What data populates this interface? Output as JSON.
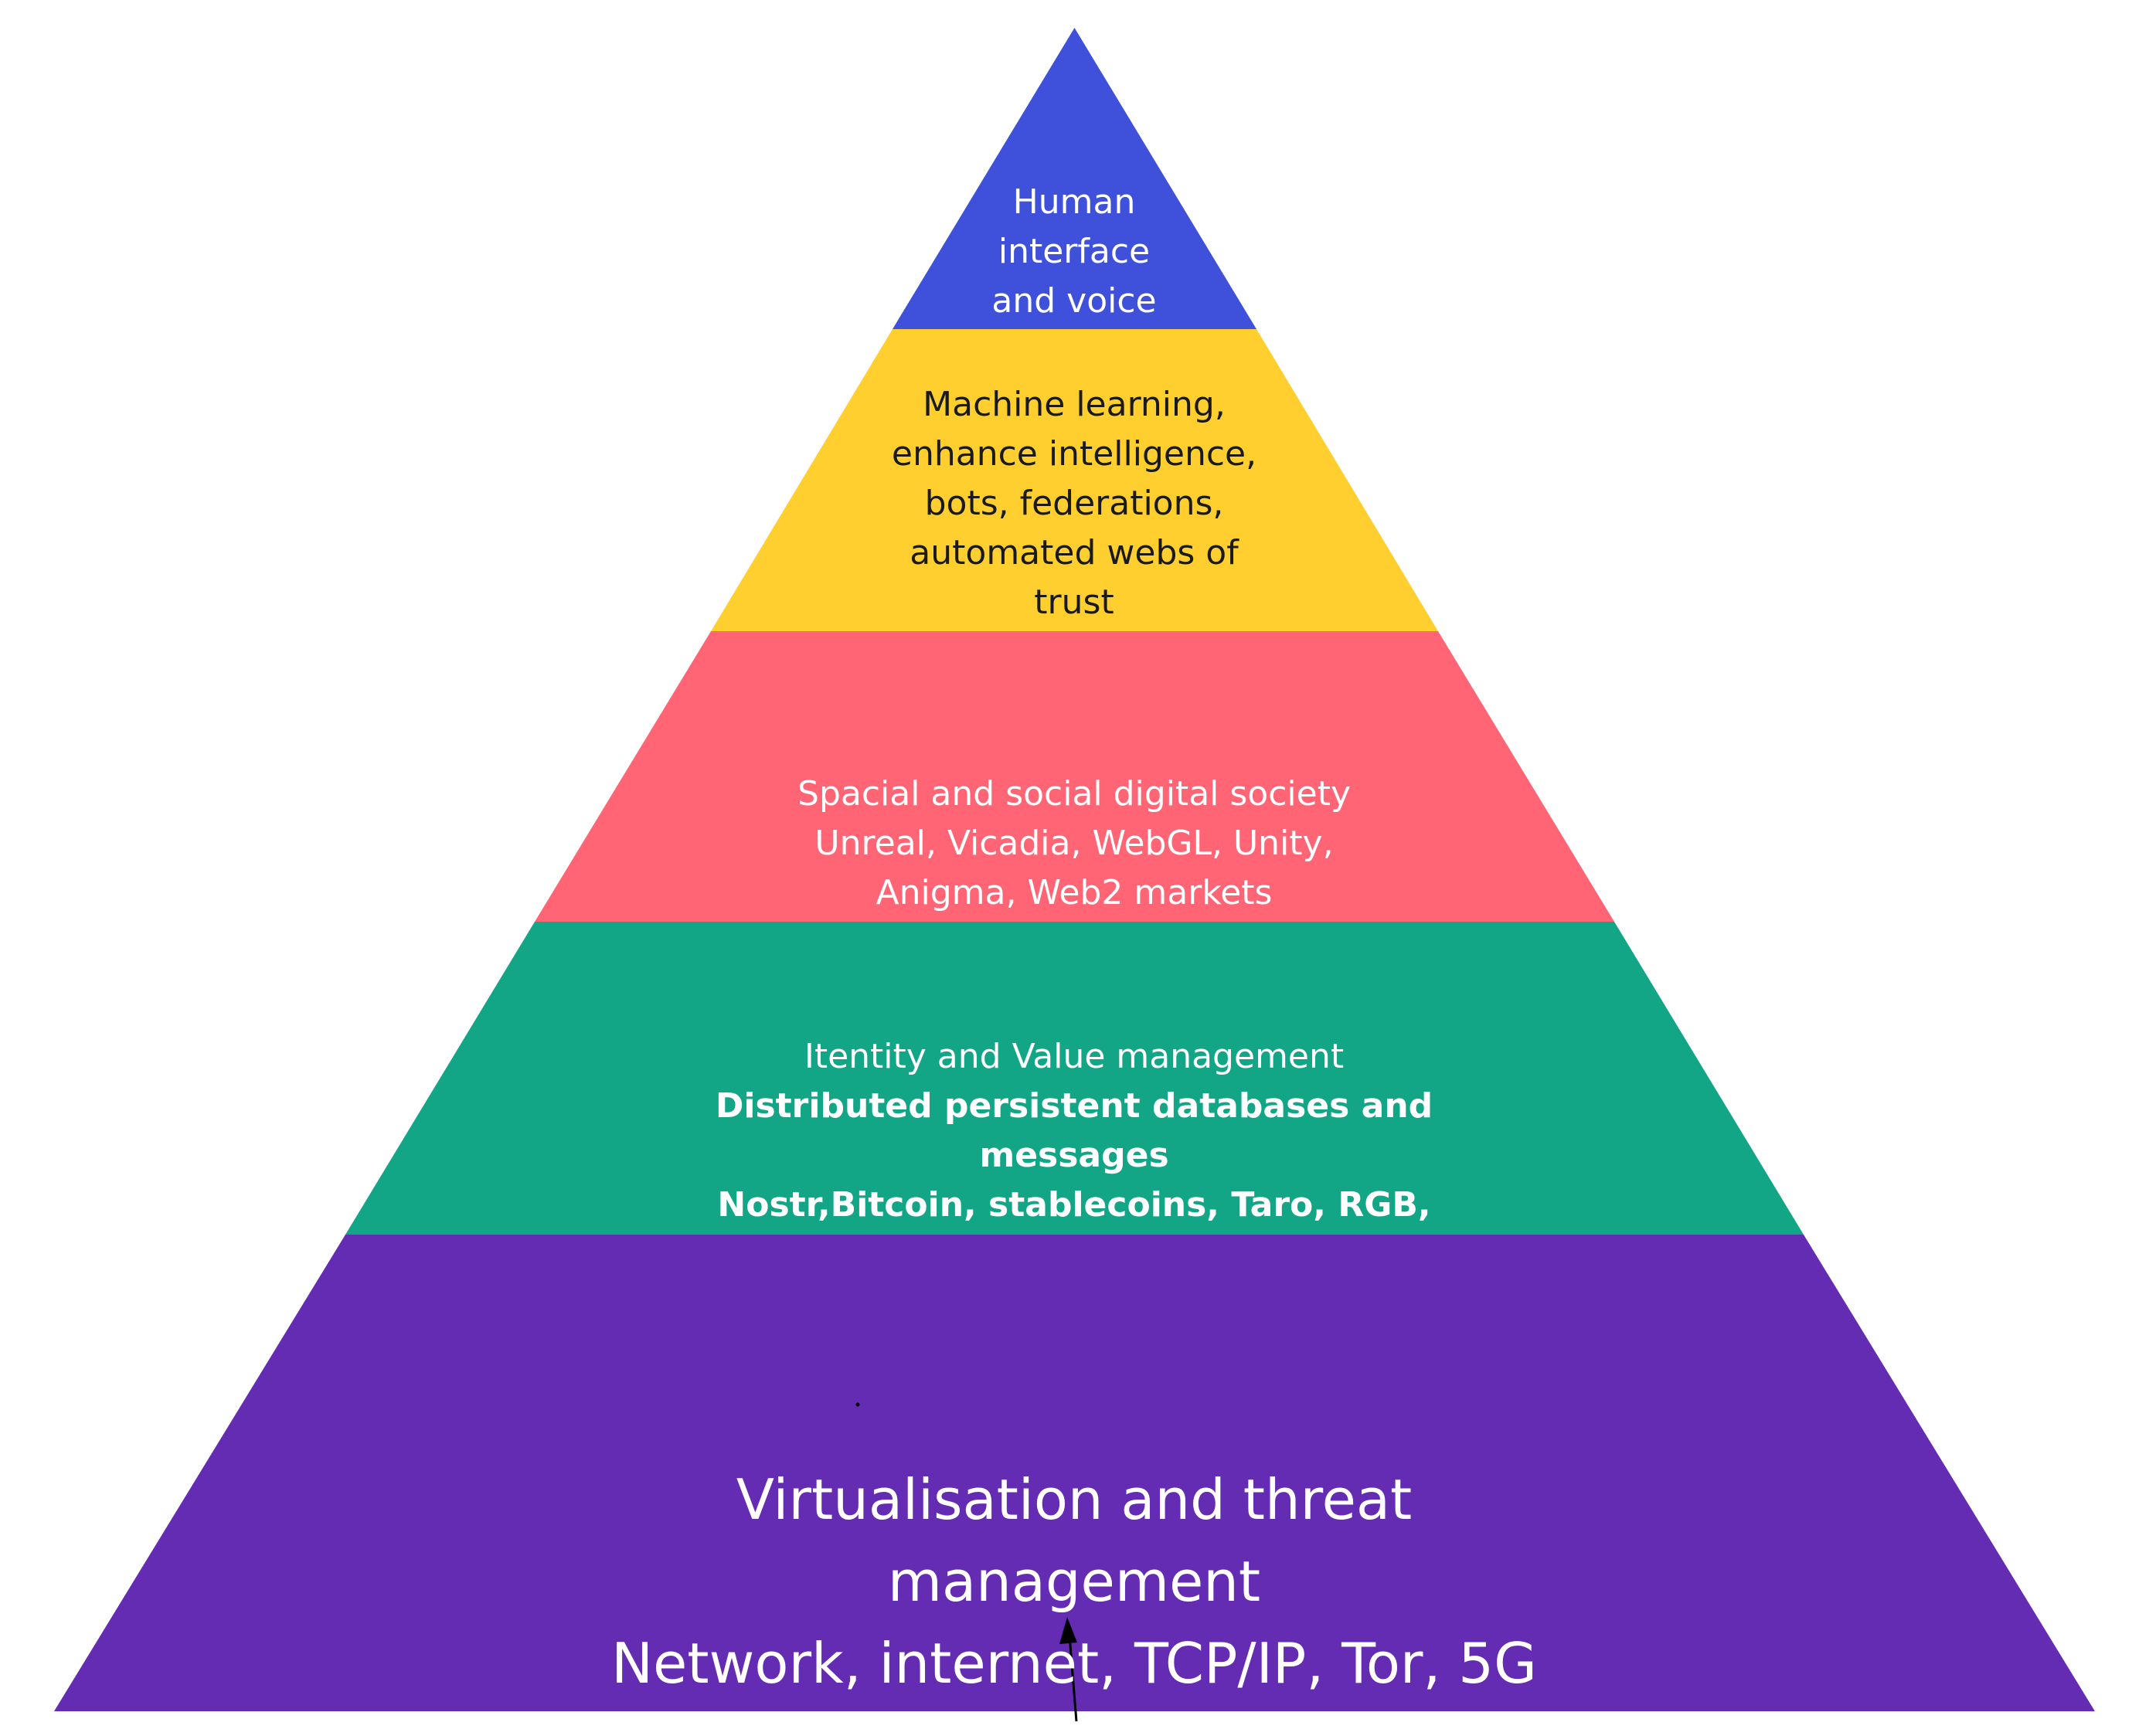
{
  "diagram": {
    "type": "pyramid",
    "layers": [
      {
        "id": "top",
        "color": "#3f51db",
        "text_color": "#ffffff",
        "lines": [
          {
            "text": "Human",
            "bold": false
          },
          {
            "text": "interface",
            "bold": false
          },
          {
            "text": "and voice",
            "bold": false
          }
        ]
      },
      {
        "id": "second",
        "color": "#fecf2f",
        "text_color": "#1a1a1a",
        "lines": [
          {
            "text": "Machine learning,",
            "bold": false
          },
          {
            "text": "enhance intelligence,",
            "bold": false
          },
          {
            "text": "bots, federations,",
            "bold": false
          },
          {
            "text": "automated webs of",
            "bold": false
          },
          {
            "text": "trust",
            "bold": false
          }
        ]
      },
      {
        "id": "third",
        "color": "#ff6574",
        "text_color": "#ffffff",
        "lines": [
          {
            "text": "Spacial and social digital society",
            "bold": false
          },
          {
            "text": "Unreal, Vicadia, WebGL, Unity,",
            "bold": false
          },
          {
            "text": "Anigma, Web2 markets",
            "bold": false
          }
        ]
      },
      {
        "id": "fourth",
        "color": "#12a687",
        "text_color": "#ffffff",
        "lines": [
          {
            "text": "Itentity and Value management",
            "bold": false
          },
          {
            "text": "Distributed persistent databases and",
            "bold": true
          },
          {
            "text": "messages",
            "bold": true
          },
          {
            "text": "Nostr,Bitcoin, stablecoins, Taro, RGB,",
            "bold": true
          }
        ]
      },
      {
        "id": "base",
        "color": "#642bb3",
        "text_color": "#ffffff",
        "lines": [
          {
            "text": "Virtualisation and threat",
            "bold": false
          },
          {
            "text": "management",
            "bold": false
          },
          {
            "text": "Network, internet, TCP/IP, Tor, 5G",
            "bold": false
          }
        ]
      }
    ],
    "arrow_color": "#000000"
  }
}
